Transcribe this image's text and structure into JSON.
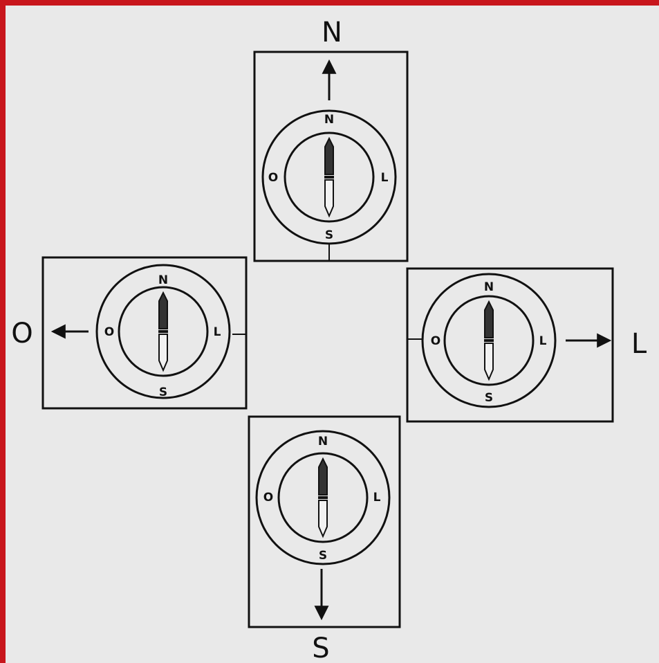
{
  "directions": {
    "north": "N",
    "south": "S",
    "east": "L",
    "west": "O"
  },
  "compass_labels": {
    "north": "N",
    "south": "S",
    "east": "L",
    "west": "O"
  },
  "colors": {
    "border": "#c8161c",
    "background": "#e9e9e9",
    "ink": "#111111"
  }
}
